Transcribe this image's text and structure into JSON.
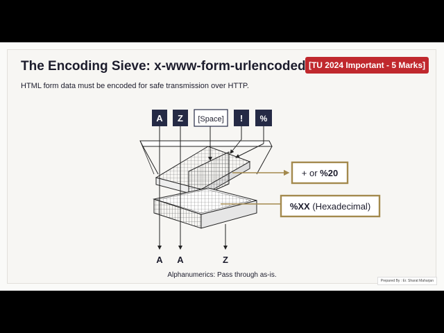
{
  "slide": {
    "title": "The Encoding Sieve: x-www-form-urlencoded",
    "badge": "[TU 2024 Important - 5 Marks]",
    "subtitle": "HTML form data must be encoded for safe transmission over HTTP.",
    "footer_note": "Alphanumerics: Pass through as-is.",
    "credit": "Prepared By : Er. Sharat Maharjan"
  },
  "inputs": [
    "A",
    "Z",
    "[Space]",
    "!",
    "%"
  ],
  "outputs": [
    "A",
    "A",
    "Z"
  ],
  "callouts": {
    "space_prefix": "+ or ",
    "space_code": "%20",
    "special_code": "%XX",
    "special_suffix": " (Hexadecimal)"
  },
  "colors": {
    "dark_box": "#252a45",
    "accent_gold": "#a3894d",
    "badge_red": "#c0282d"
  }
}
